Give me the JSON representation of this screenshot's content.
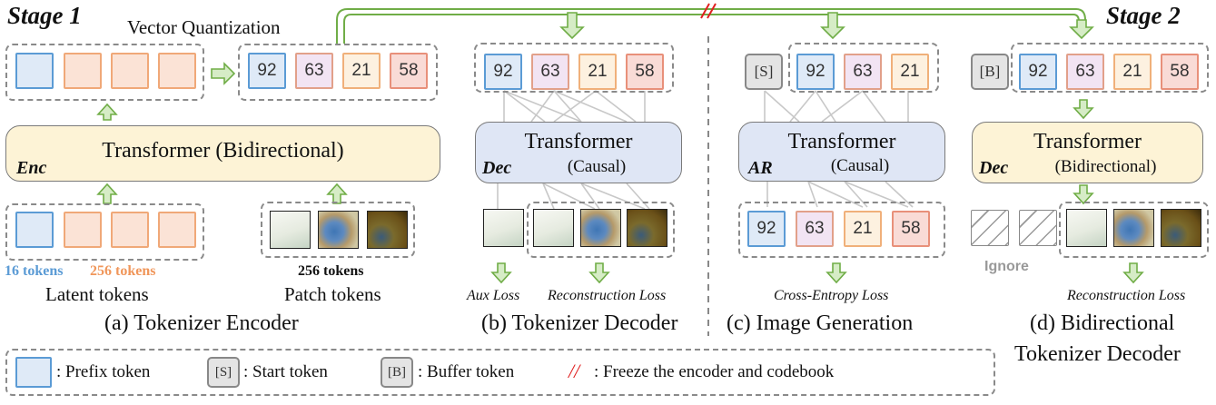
{
  "stage1": "Stage 1",
  "stage2": "Stage 2",
  "vq_label": "Vector Quantization",
  "codes": [
    "92",
    "63",
    "21",
    "58"
  ],
  "start_token": "[S]",
  "buffer_token": "[B]",
  "freeze_mark": "//",
  "transformer": "Transformer",
  "enc_tf_text": "Transformer  (Bidirectional)",
  "causal": "(Causal)",
  "bidirectional": "(Bidirectional)",
  "enc_tag": "Enc",
  "dec_tag": "Dec",
  "ar_tag": "AR",
  "tokens16": "16 tokens",
  "tokens256": "256 tokens",
  "patch256": "256 tokens",
  "latent_tokens": "Latent tokens",
  "patch_tokens": "Patch tokens",
  "ignore": "Ignore",
  "losses": {
    "aux": "Aux Loss",
    "recon_b": "Reconstruction Loss",
    "ce": "Cross-Entropy Loss",
    "recon_d": "Reconstruction Loss"
  },
  "captions": {
    "a": "(a) Tokenizer Encoder",
    "b": "(b) Tokenizer Decoder",
    "c": "(c) Image Generation",
    "d1": "(d) Bidirectional",
    "d2": "Tokenizer Decoder"
  },
  "legend": {
    "prefix": ": Prefix token",
    "start_sym": "[S]",
    "start": ": Start token",
    "buffer_sym": "[B]",
    "buffer": ": Buffer token",
    "freeze_sym": "//",
    "freeze": ": Freeze the encoder and codebook"
  },
  "colors": {
    "prefix_blue": "#5b9bd5",
    "orange": "#f0a878",
    "arrow_green": "#70ad47",
    "freeze_red": "#e02020"
  }
}
